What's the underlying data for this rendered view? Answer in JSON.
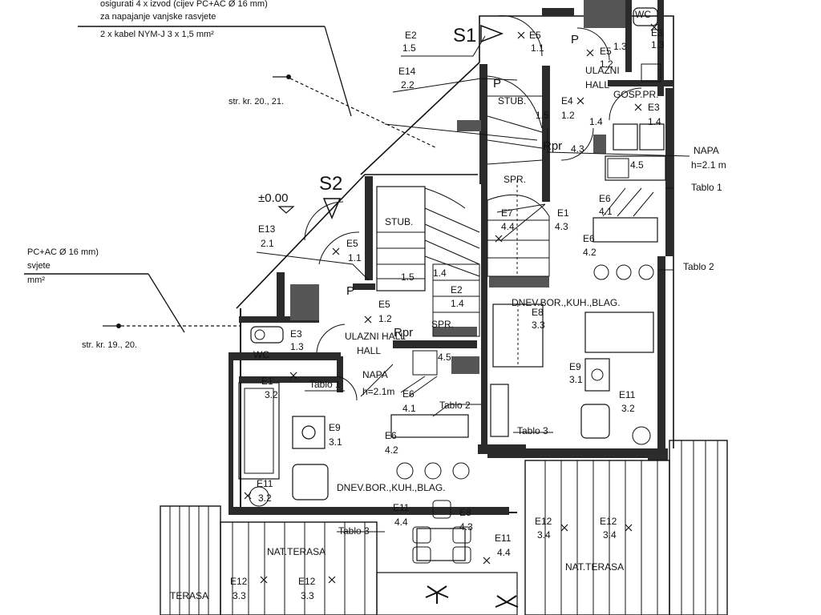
{
  "notes": {
    "top_line1": "osigurati 4 x izvod (cijev PC+AC Ø 16 mm)",
    "top_line2": "za napajanje vanjske rasvjete",
    "top_line3": "2 x kabel NYM-J 3 x 1,5 mm²",
    "left_line1": "PC+AC Ø 16 mm)",
    "left_line2": "svjete",
    "left_line3": "mm²",
    "ref_top": "str. kr. 20., 21.",
    "ref_left": "str. kr. 19., 20."
  },
  "markers": {
    "s1": "S1",
    "s2": "S2",
    "level": "±0.00"
  },
  "rooms": {
    "wc": "WC",
    "ulazni_hall": "ULAZNI HALL",
    "ulazni_hall_r": "ULAZNI",
    "hall_r": "HALL",
    "gosp_pr": "GOSP.PR.",
    "stub": "STUB.",
    "spr": "SPR.",
    "dnev": "DNEV.BOR.,KUH.,BLAG.",
    "nat_terasa": "NAT.TERASA",
    "terasa": "TERASA",
    "napa": "NAPA",
    "napa_h": "h=2.1 m",
    "napa_h2": "h=2.1m",
    "tablo1": "Tablo 1",
    "tablo2": "Tablo 2",
    "tablo3": "Tablo 3",
    "rpr": "Rpr",
    "p": "P"
  },
  "labels": [
    {
      "c": "E2",
      "n": "1.5"
    },
    {
      "c": "E14",
      "n": "2.2"
    },
    {
      "c": "E5",
      "n": "1.1"
    },
    {
      "c": "E5",
      "n": "1.2"
    },
    {
      "c": "E3",
      "n": "1.3"
    },
    {
      "c": "E4",
      "n": "1.2"
    },
    {
      "c": "E3",
      "n": "1.4"
    },
    {
      "c": "E1",
      "n": "4.3"
    },
    {
      "c": "E6",
      "n": "4.1"
    },
    {
      "c": "E6",
      "n": "4.2"
    },
    {
      "c": "E8",
      "n": "3.3"
    },
    {
      "c": "E9",
      "n": "3.1"
    },
    {
      "c": "E11",
      "n": "3.2"
    },
    {
      "c": "E7",
      "n": "4.4"
    },
    {
      "c": "E12",
      "n": "3.4"
    },
    {
      "c": "E12",
      "n": "3.4"
    },
    {
      "c": "E13",
      "n": "2.1"
    },
    {
      "c": "E5",
      "n": "1.1"
    },
    {
      "c": "E5",
      "n": "1.2"
    },
    {
      "c": "E3",
      "n": "1.3"
    },
    {
      "c": "E2",
      "n": "1.4"
    },
    {
      "c": "E1",
      "n": "3.2"
    },
    {
      "c": "E9",
      "n": "3.1"
    },
    {
      "c": "E6",
      "n": "4.1"
    },
    {
      "c": "E6",
      "n": "4.2"
    },
    {
      "c": "E11",
      "n": "3.2"
    },
    {
      "c": "E11",
      "n": "4.4"
    },
    {
      "c": "E8",
      "n": "4.3"
    },
    {
      "c": "E11",
      "n": "4.4"
    },
    {
      "c": "E12",
      "n": "3.3"
    },
    {
      "c": "E12",
      "n": "3.3"
    }
  ],
  "nums": {
    "n15a": "1.5",
    "n14a": "1.4",
    "n15b": "1.5",
    "n45a": "4.5",
    "n45b": "4.5",
    "n13": "1.3",
    "n14b": "1.4",
    "n43": "4.3"
  }
}
